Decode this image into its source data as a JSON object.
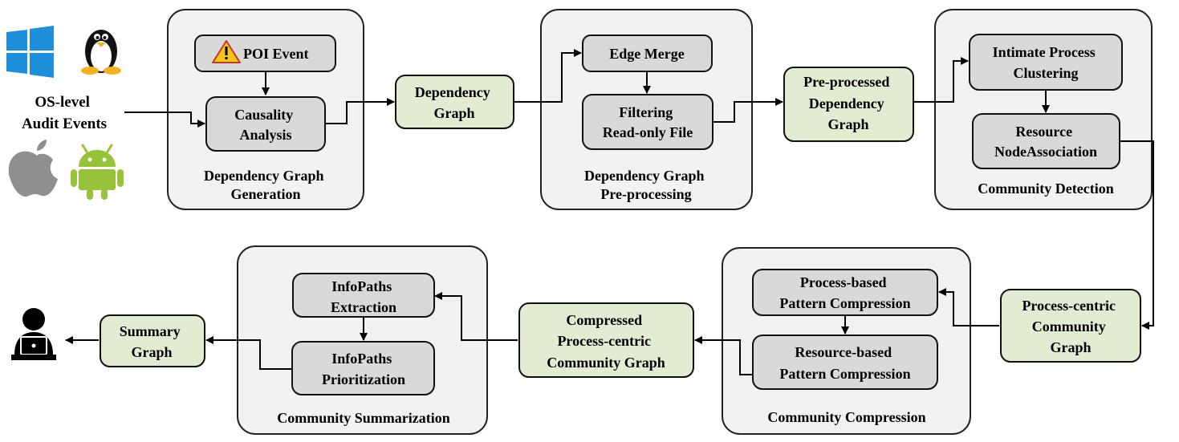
{
  "inputs": {
    "label_lines": [
      "OS-level",
      "Audit Events"
    ],
    "icons": [
      "windows-icon",
      "linux-tux-icon",
      "apple-icon",
      "android-icon"
    ]
  },
  "panels": {
    "generation": {
      "label_lines": [
        "Dependency Graph",
        "Generation"
      ]
    },
    "preprocessing": {
      "label_lines": [
        "Dependency Graph",
        "Pre-processing"
      ]
    },
    "detection": {
      "label_lines": [
        "Community Detection"
      ]
    },
    "compression": {
      "label_lines": [
        "Community Compression"
      ]
    },
    "summarization": {
      "label_lines": [
        "Community Summarization"
      ]
    }
  },
  "steps": {
    "poi_event": {
      "label_lines": [
        "POI Event"
      ],
      "icon": "warning-icon"
    },
    "causality_analysis": {
      "label_lines": [
        "Causality",
        "Analysis"
      ]
    },
    "edge_merge": {
      "label_lines": [
        "Edge Merge"
      ]
    },
    "filtering": {
      "label_lines": [
        "Filtering",
        "Read-only File"
      ]
    },
    "clustering": {
      "label_lines": [
        "Intimate Process",
        "Clustering"
      ]
    },
    "resource_association": {
      "label_lines": [
        "Resource",
        "NodeAssociation"
      ]
    },
    "process_compression": {
      "label_lines": [
        "Process-based",
        "Pattern Compression"
      ]
    },
    "resource_compression": {
      "label_lines": [
        "Resource-based",
        "Pattern Compression"
      ]
    },
    "infopaths_extraction": {
      "label_lines": [
        "InfoPaths",
        "Extraction"
      ]
    },
    "infopaths_prioritization": {
      "label_lines": [
        "InfoPaths",
        "Prioritization"
      ]
    }
  },
  "artifacts": {
    "dependency_graph": {
      "label_lines": [
        "Dependency",
        "Graph"
      ]
    },
    "preprocessed_graph": {
      "label_lines": [
        "Pre-processed",
        "Dependency",
        "Graph"
      ]
    },
    "community_graph": {
      "label_lines": [
        "Process-centric",
        "Community",
        "Graph"
      ]
    },
    "compressed_graph": {
      "label_lines": [
        "Compressed",
        "Process-centric",
        "Community Graph"
      ]
    },
    "summary_graph": {
      "label_lines": [
        "Summary",
        "Graph"
      ]
    }
  },
  "output": {
    "icon": "analyst-icon"
  },
  "colors": {
    "panel_fill": "#f2f2f2",
    "step_fill": "#d9d9d9",
    "artifact_fill": "#e2ecd3",
    "windows_blue": "#1f8fdc",
    "android_green": "#97c23c",
    "apple_gray": "#8f8f8f",
    "warning_fill": "#f5c518",
    "warning_mark": "#d62020"
  }
}
